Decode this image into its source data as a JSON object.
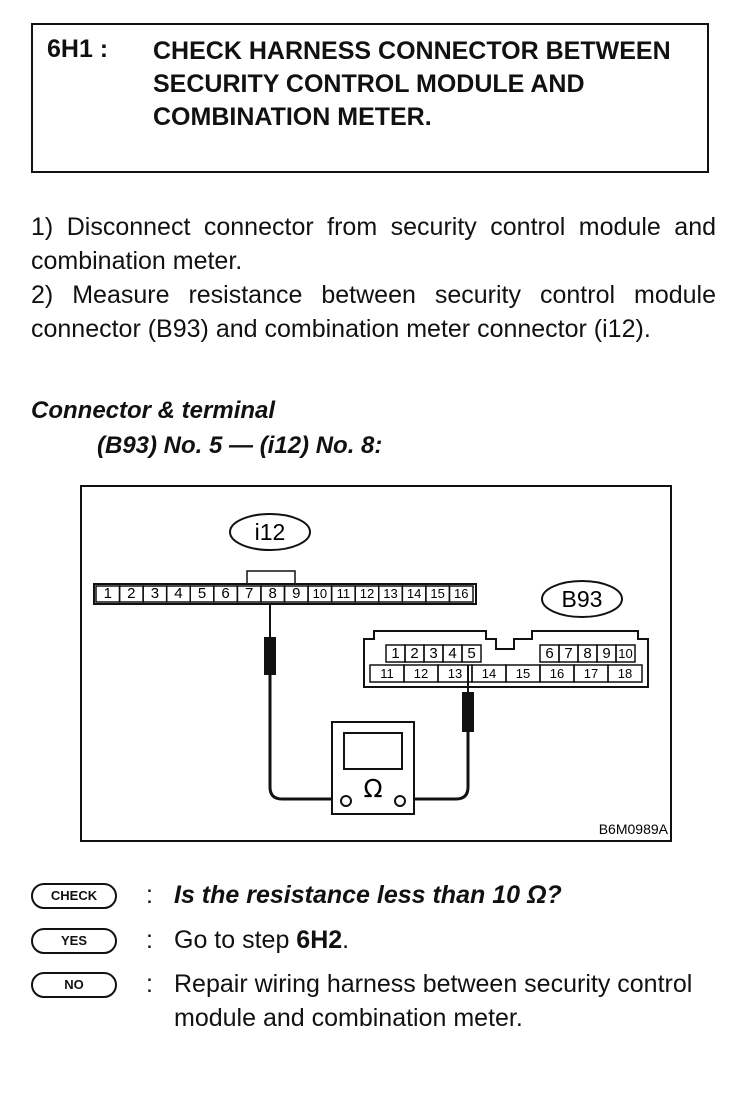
{
  "step": {
    "number": "6H1 :",
    "title": "CHECK HARNESS CONNECTOR BETWEEN SECURITY CONTROL MODULE AND COMBINATION METER."
  },
  "instructions": [
    "1) Disconnect connector from security control module and combination meter.",
    "2) Measure resistance between security control module connector (B93) and combination meter connector (i12)."
  ],
  "terminal": {
    "heading": "Connector & terminal",
    "spec": "(B93) No. 5 — (i12) No. 8:"
  },
  "diagram": {
    "connector_i12": {
      "label": "i12",
      "pins": [
        "1",
        "2",
        "3",
        "4",
        "5",
        "6",
        "7",
        "8",
        "9",
        "10",
        "11",
        "12",
        "13",
        "14",
        "15",
        "16"
      ]
    },
    "connector_b93": {
      "label": "B93",
      "top_left": [
        "1",
        "2",
        "3",
        "4",
        "5"
      ],
      "top_right": [
        "6",
        "7",
        "8",
        "9",
        "10"
      ],
      "bottom": [
        "11",
        "12",
        "13",
        "14",
        "15",
        "16",
        "17",
        "18"
      ]
    },
    "meter_symbol": "Ω",
    "figure_code": "B6M0989A"
  },
  "results": {
    "check": {
      "badge": "CHECK",
      "text": "Is the resistance less than 10 Ω?"
    },
    "yes": {
      "badge": "YES",
      "text_prefix": "Go to step ",
      "step": "6H2",
      "text_suffix": "."
    },
    "no": {
      "badge": "NO",
      "text": "Repair wiring harness between security control module and combination meter."
    }
  }
}
